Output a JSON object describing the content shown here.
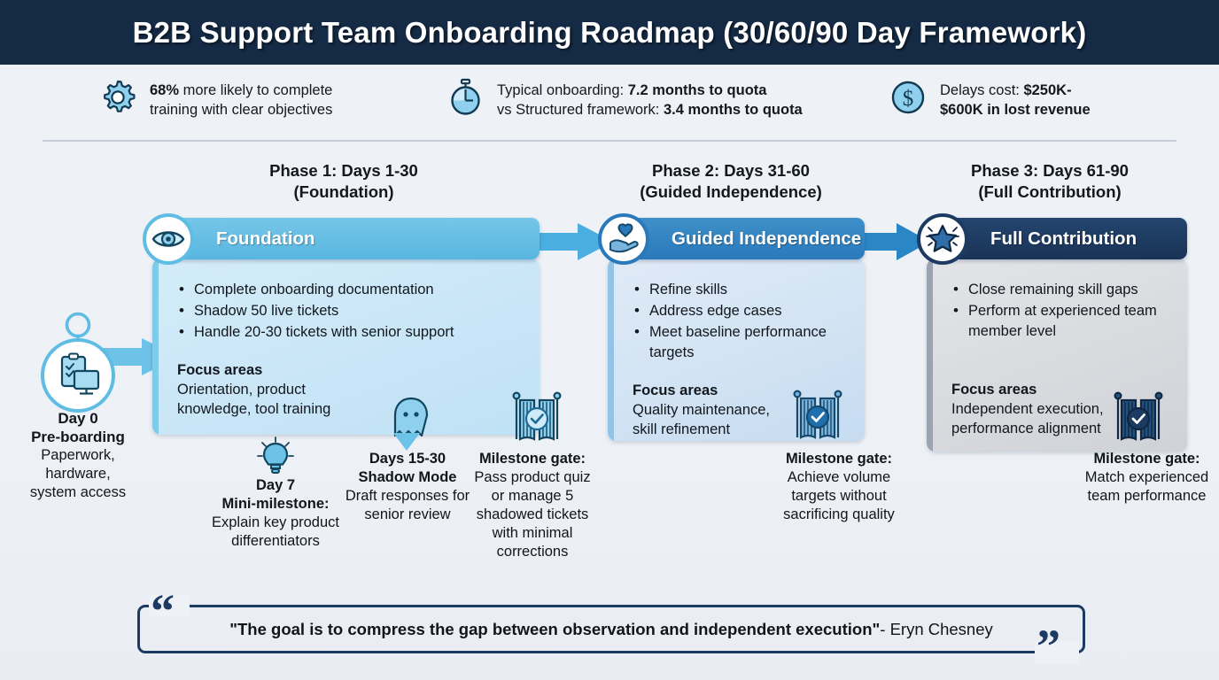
{
  "header": {
    "title": "B2B Support Team Onboarding Roadmap (30/60/90 Day Framework)"
  },
  "colors": {
    "header_bg": "#152a45",
    "page_bg": "#eef1f6",
    "phase1": "#63bde5",
    "phase2": "#2a7fc0",
    "phase3": "#1d3a62",
    "arrow": "#4aaee0",
    "quote_border": "#1d3a62"
  },
  "stats": [
    {
      "icon": "gear-icon",
      "line1_bold": "68%",
      "line1_rest": " more likely to complete",
      "line2_bold": "",
      "line2_rest": "training with clear objectives"
    },
    {
      "icon": "stopwatch-icon",
      "line1_rest": "Typical onboarding: ",
      "line1_bold": "7.2 months to quota",
      "line2_rest": "vs Structured framework: ",
      "line2_bold": "3.4 months to quota"
    },
    {
      "icon": "dollar-coin-icon",
      "line1_rest": "Delays cost: ",
      "line1_bold": "$250K-",
      "line2_rest": "",
      "line2_bold": "$600K in lost revenue"
    }
  ],
  "day0": {
    "icon": "clipboard-monitor-icon",
    "title_line1": "Day 0",
    "title_line2": "Pre-boarding",
    "desc_line1": "Paperwork,",
    "desc_line2": "hardware,",
    "desc_line3": "system access"
  },
  "phases": [
    {
      "heading_line1": "Phase 1: Days 1-30",
      "heading_line2": "(Foundation)",
      "pill_label": "Foundation",
      "badge_icon": "eye-icon",
      "bullets": [
        "Complete onboarding documentation",
        "Shadow 50 live tickets",
        "Handle 20-30 tickets with senior support"
      ],
      "focus_title": "Focus areas",
      "focus_text": "Orientation, product knowledge, tool training",
      "gate_icon": "gate-check-icon"
    },
    {
      "heading_line1": "Phase 2: Days 31-60",
      "heading_line2": "(Guided Independence)",
      "pill_label": "Guided Independence",
      "badge_icon": "hand-heart-icon",
      "bullets": [
        "Refine skills",
        "Address edge cases",
        "Meet baseline performance targets"
      ],
      "focus_title": "Focus areas",
      "focus_text": "Quality maintenance, skill refinement",
      "gate_icon": "gate-check-icon"
    },
    {
      "heading_line1": "Phase 3: Days 61-90",
      "heading_line2": "(Full Contribution)",
      "pill_label": "Full Contribution",
      "badge_icon": "star-icon",
      "bullets": [
        "Close remaining skill gaps",
        "Perform at experienced team member level"
      ],
      "focus_title": "Focus areas",
      "focus_text": "Independent execution, performance alignment",
      "gate_icon": "gate-check-icon"
    }
  ],
  "annotations": {
    "day7": {
      "icon": "lightbulb-icon",
      "bold1": "Day 7",
      "bold2": "Mini-milestone:",
      "text": "Explain key product differentiators"
    },
    "shadow": {
      "icon": "ghost-icon",
      "bold1": "Days 15-30",
      "bold2": "Shadow Mode",
      "text": "Draft responses for senior review"
    },
    "gate1": {
      "bold": "Milestone gate:",
      "text": "Pass product quiz or manage 5 shadowed tickets with minimal corrections"
    },
    "gate2": {
      "bold": "Milestone gate:",
      "text": "Achieve volume targets without sacrificing quality"
    },
    "gate3": {
      "bold": "Milestone gate:",
      "text": "Match experienced team performance"
    }
  },
  "quote": {
    "text": "\"The goal is to compress the gap between observation and independent execution\"",
    "attribution": " - Eryn Chesney",
    "open_mark": "“",
    "close_mark": "”"
  }
}
